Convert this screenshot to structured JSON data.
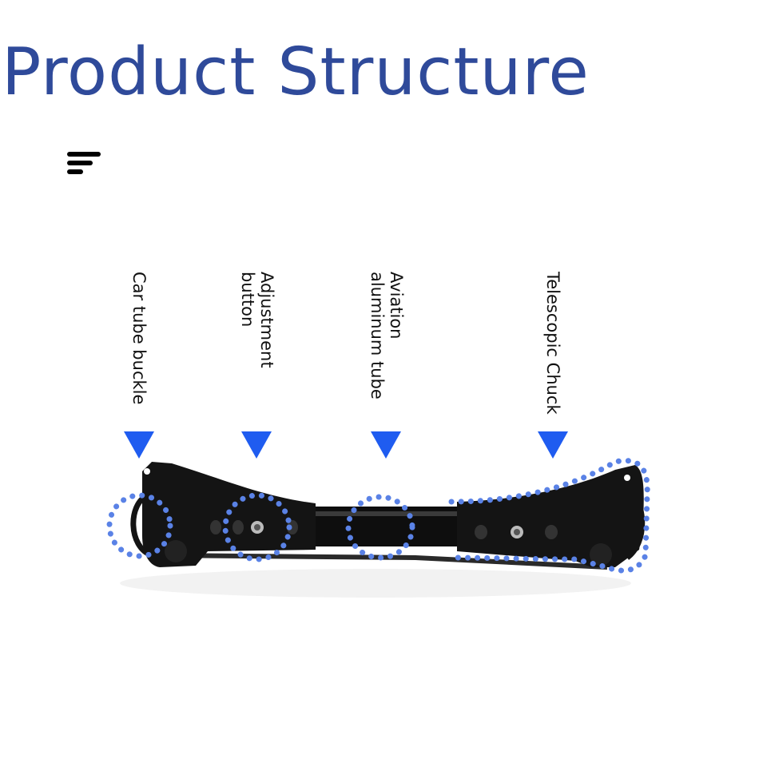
{
  "title": "Product Structure",
  "labels": [
    {
      "id": "car-tube-buckle",
      "text": "Car tube buckle"
    },
    {
      "id": "adjustment-button",
      "line1": "Adjustment",
      "line2": "button"
    },
    {
      "id": "aviation-aluminum-tube",
      "line1": "Aviation",
      "line2": "aluminum tube"
    },
    {
      "id": "telescopic-chuck",
      "text": "Telescopic Chuck"
    }
  ],
  "colors": {
    "title": "#2f4a9a",
    "arrow": "#1f5cf0",
    "highlight": "#5a82e6",
    "product": "#141414"
  },
  "icons": {
    "header": "menu-lines-icon",
    "pointer": "down-triangle-icon"
  }
}
